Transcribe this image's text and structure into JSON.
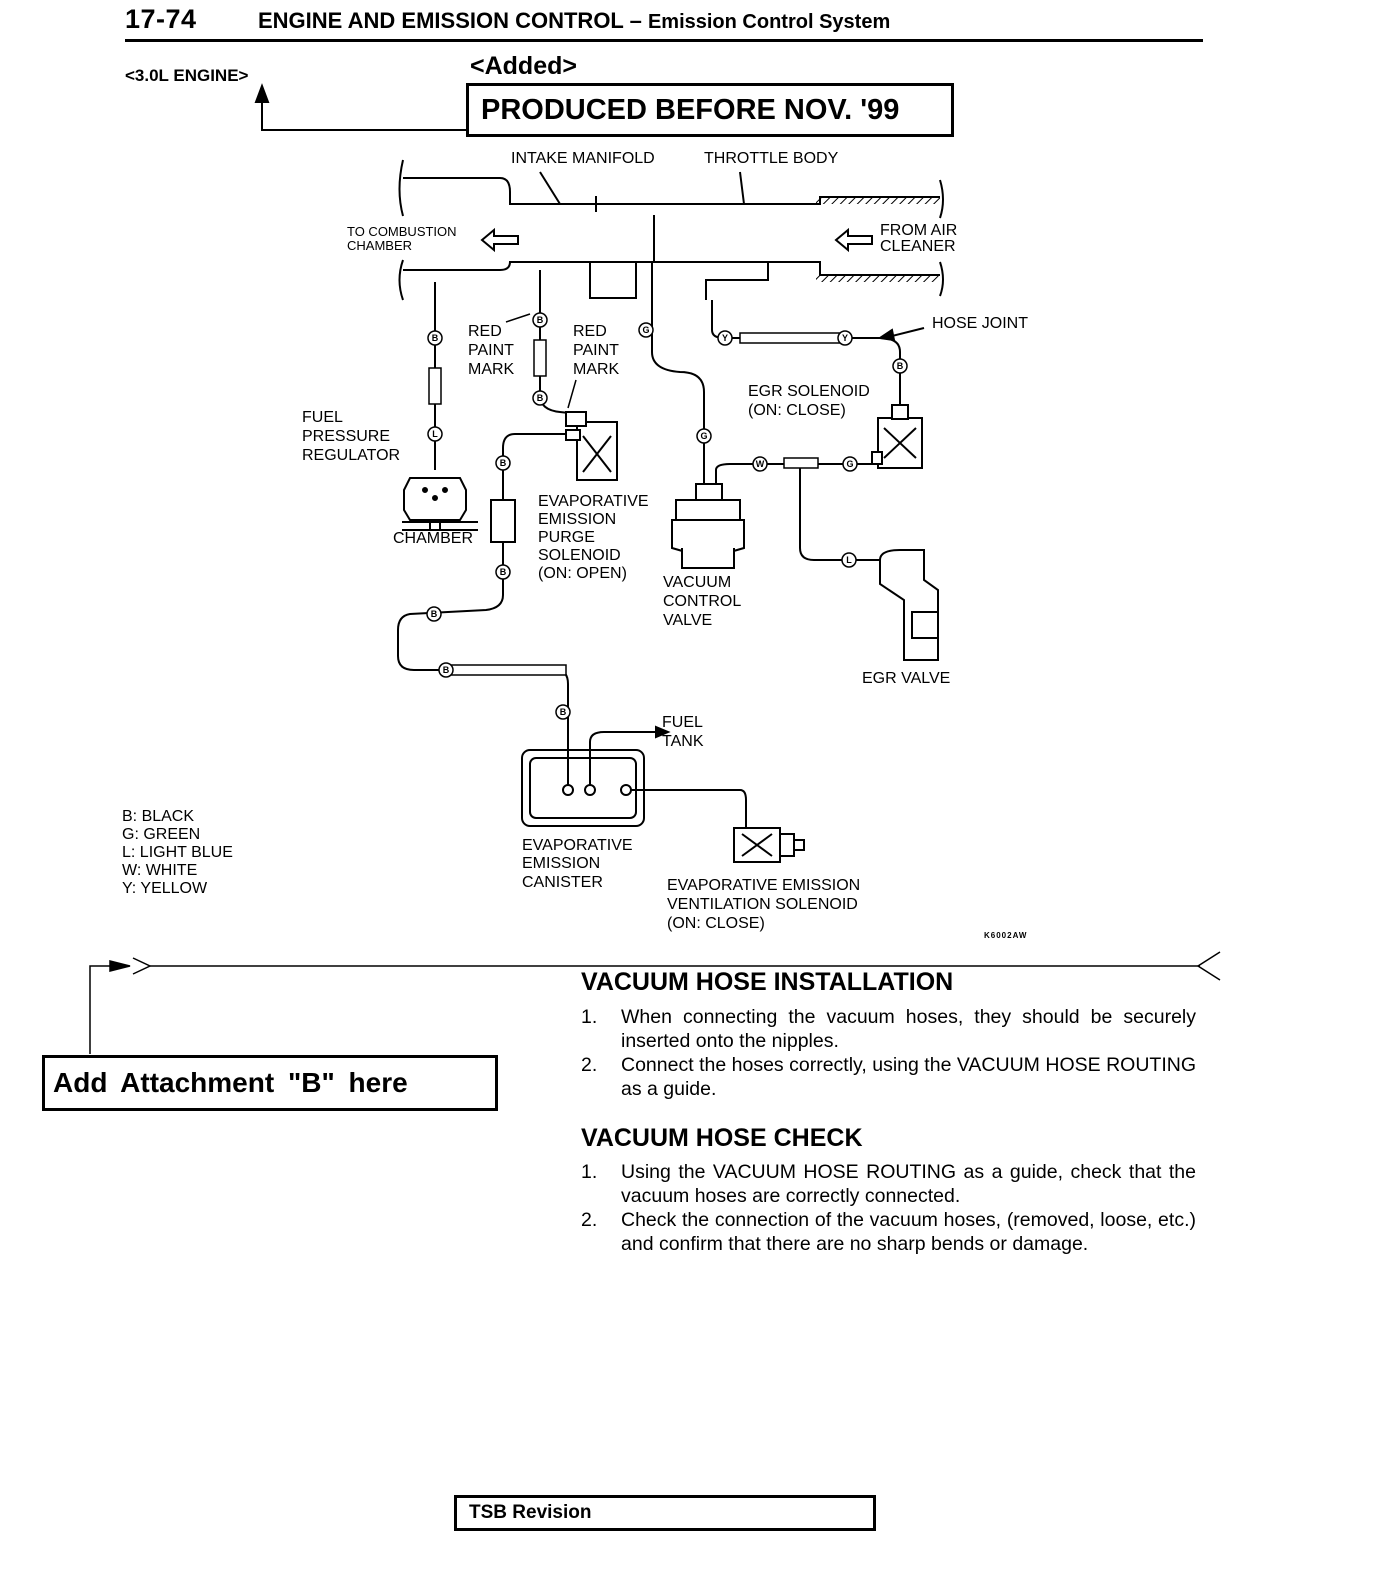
{
  "header": {
    "page_number": "17-74",
    "title": "ENGINE AND EMISSION CONTROL –",
    "subtitle": "Emission Control System"
  },
  "engine_label": "<3.0L ENGINE>",
  "added_label": "<Added>",
  "produced_label": "PRODUCED BEFORE NOV. '99",
  "diagram": {
    "intake_manifold": "INTAKE MANIFOLD",
    "throttle_body": "THROTTLE BODY",
    "to_combustion_1": "TO COMBUSTION",
    "to_combustion_2": "CHAMBER",
    "from_air_1": "FROM AIR",
    "from_air_2": "CLEANER",
    "hose_joint": "HOSE JOINT",
    "red_paint_left": [
      "RED",
      "PAINT",
      "MARK"
    ],
    "red_paint_right": [
      "RED",
      "PAINT",
      "MARK"
    ],
    "egr_solenoid": [
      "EGR SOLENOID",
      "(ON: CLOSE)"
    ],
    "fuel_pressure_regulator": [
      "FUEL",
      "PRESSURE",
      "REGULATOR"
    ],
    "chamber": "CHAMBER",
    "purge_solenoid": [
      "EVAPORATIVE",
      "EMISSION",
      "PURGE",
      "SOLENOID",
      "(ON: OPEN)"
    ],
    "vacuum_control_valve": [
      "VACUUM",
      "CONTROL",
      "VALVE"
    ],
    "egr_valve": "EGR VALVE",
    "fuel_tank": [
      "FUEL",
      "TANK"
    ],
    "canister": [
      "EVAPORATIVE",
      "EMISSION",
      "CANISTER"
    ],
    "ventilation_solenoid": [
      "EVAPORATIVE EMISSION",
      "VENTILATION SOLENOID",
      "(ON: CLOSE)"
    ],
    "figure_code": "K6002AW",
    "hose_codes": {
      "b": "B",
      "g": "G",
      "l": "L",
      "w": "W",
      "y": "Y"
    }
  },
  "legend": [
    "B: BLACK",
    "G: GREEN",
    "L: LIGHT BLUE",
    "W: WHITE",
    "Y: YELLOW"
  ],
  "attachment_label": "Add Attachment \"B\" here",
  "installation": {
    "title": "VACUUM HOSE INSTALLATION",
    "steps": [
      {
        "n": "1.",
        "text": "When connecting the vacuum hoses, they should be securely inserted onto the nipples."
      },
      {
        "n": "2.",
        "text": "Connect the hoses correctly, using the VACUUM HOSE ROUTING as a guide."
      }
    ]
  },
  "check": {
    "title": "VACUUM HOSE CHECK",
    "steps": [
      {
        "n": "1.",
        "text": "Using the VACUUM HOSE ROUTING as a guide, check that the vacuum hoses are correctly connected."
      },
      {
        "n": "2.",
        "text": "Check the connection of the vacuum hoses, (removed, loose, etc.) and confirm that there are no sharp bends or damage."
      }
    ]
  },
  "tsb_label": "TSB Revision"
}
